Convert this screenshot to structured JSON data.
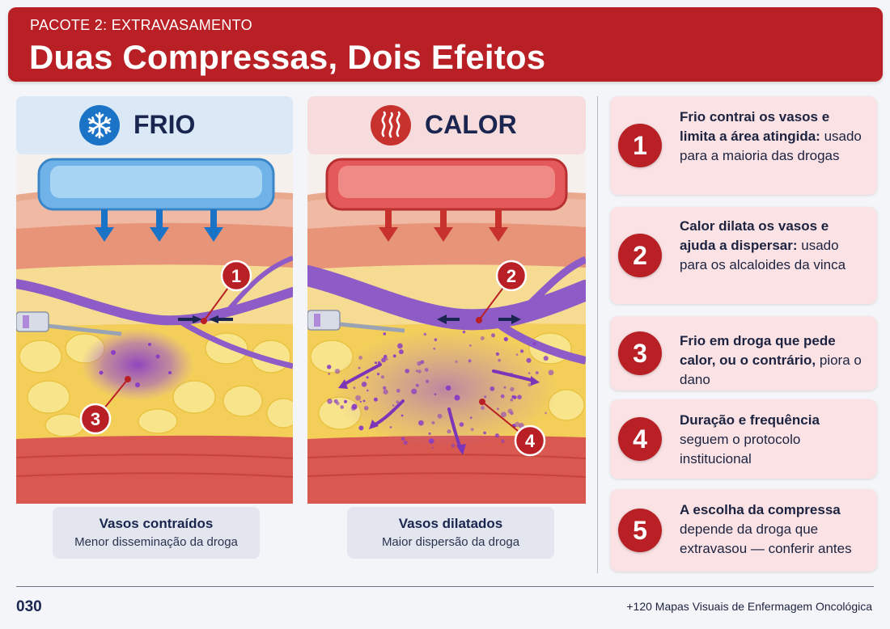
{
  "header": {
    "kicker": "PACOTE 2: EXTRAVASAMENTO",
    "title": "Duas Compressas, Dois Efeitos"
  },
  "cold_panel": {
    "label": "FRIO",
    "icon": "snowflake-icon",
    "accent": "#1b73c7",
    "caption_title": "Vasos contraídos",
    "caption_sub": "Menor disseminação da droga",
    "markers": [
      "1",
      "3"
    ]
  },
  "hot_panel": {
    "label": "CALOR",
    "icon": "heat-waves-icon",
    "accent": "#c8322e",
    "caption_title": "Vasos dilatados",
    "caption_sub": "Maior dispersão da droga",
    "markers": [
      "2",
      "4"
    ]
  },
  "cards": [
    {
      "num": "1",
      "bold": "Frio contrai os vasos e limita a área atingida:",
      "text": " usado para a maioria das drogas"
    },
    {
      "num": "2",
      "bold": "Calor dilata os vasos e ajuda a dispersar:",
      "text": " usado para os alcaloides da vinca"
    },
    {
      "num": "3",
      "bold": "Frio em droga que pede calor, ou o contrário,",
      "text": " piora o dano"
    },
    {
      "num": "4",
      "bold": "Duração e frequência",
      "text": " seguem o protocolo institucional"
    },
    {
      "num": "5",
      "bold": "A escolha da compressa",
      "text": " depende da droga que extravasou — conferir antes"
    }
  ],
  "footer": {
    "page": "030",
    "series": "+120 Mapas Visuais de Enfermagem Oncológica"
  },
  "colors": {
    "brand_red": "#b82025",
    "navy": "#1a2650",
    "drug_purple": "#8a3fc2"
  }
}
